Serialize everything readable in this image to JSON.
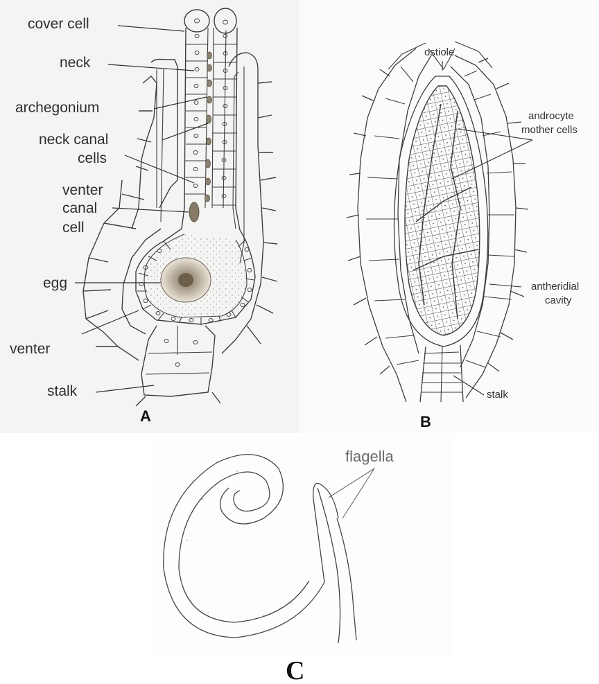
{
  "panel_a": {
    "letter": "A",
    "labels": {
      "cover_cell": "cover cell",
      "neck": "neck",
      "archegonium": "archegonium",
      "neck_canal": "neck canal",
      "cells": "cells",
      "venter": "venter",
      "canal": "canal",
      "cell": "cell",
      "egg": "egg",
      "venter_base": "venter",
      "stalk": "stalk"
    }
  },
  "panel_b": {
    "letter": "B",
    "labels": {
      "ostiole": "ostiole",
      "androcyte_1": "androcyte",
      "androcyte_2": "mother cells",
      "antheridial_1": "antheridial",
      "antheridial_2": "cavity",
      "stalk": "stalk"
    }
  },
  "panel_c": {
    "letter": "C",
    "labels": {
      "flagella": "flagella"
    }
  },
  "colors": {
    "ink": "#3a3a3a",
    "egg_fill": "#8c7f6a",
    "canal_fill": "#8a8070",
    "stipple": "#777777"
  }
}
